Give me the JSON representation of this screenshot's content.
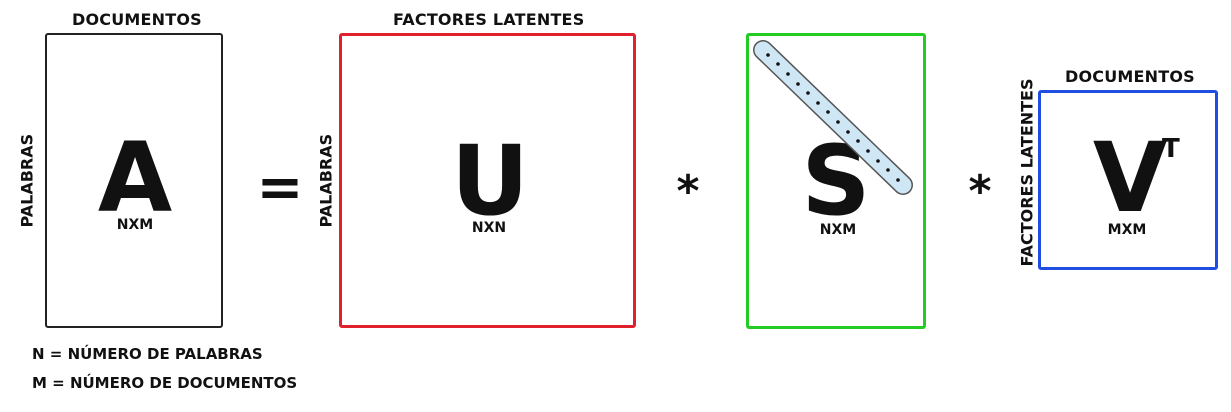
{
  "matrix_a": {
    "top_label": "DOCUMENTOS",
    "side_label": "PALABRAS",
    "letter": "A",
    "dims": "NXM",
    "border_color": "#222222"
  },
  "equals": "=",
  "matrix_u": {
    "top_label": "FACTORES LATENTES",
    "side_label": "PALABRAS",
    "letter": "U",
    "dims": "NXN",
    "border_color": "#e0202a"
  },
  "times_1": "*",
  "matrix_s": {
    "letter": "S",
    "dims": "NXM",
    "border_color": "#22cc22",
    "diagonal_color": "#cfe6f5"
  },
  "times_2": "*",
  "matrix_v": {
    "top_label": "DOCUMENTOS",
    "side_label": "FACTORES LATENTES",
    "letter": "V",
    "superscript": "T",
    "dims": "MXM",
    "border_color": "#1f4fe0"
  },
  "legend": {
    "n_def": "N = NÚMERO DE PALABRAS",
    "m_def": "M = NÚMERO DE DOCUMENTOS"
  }
}
